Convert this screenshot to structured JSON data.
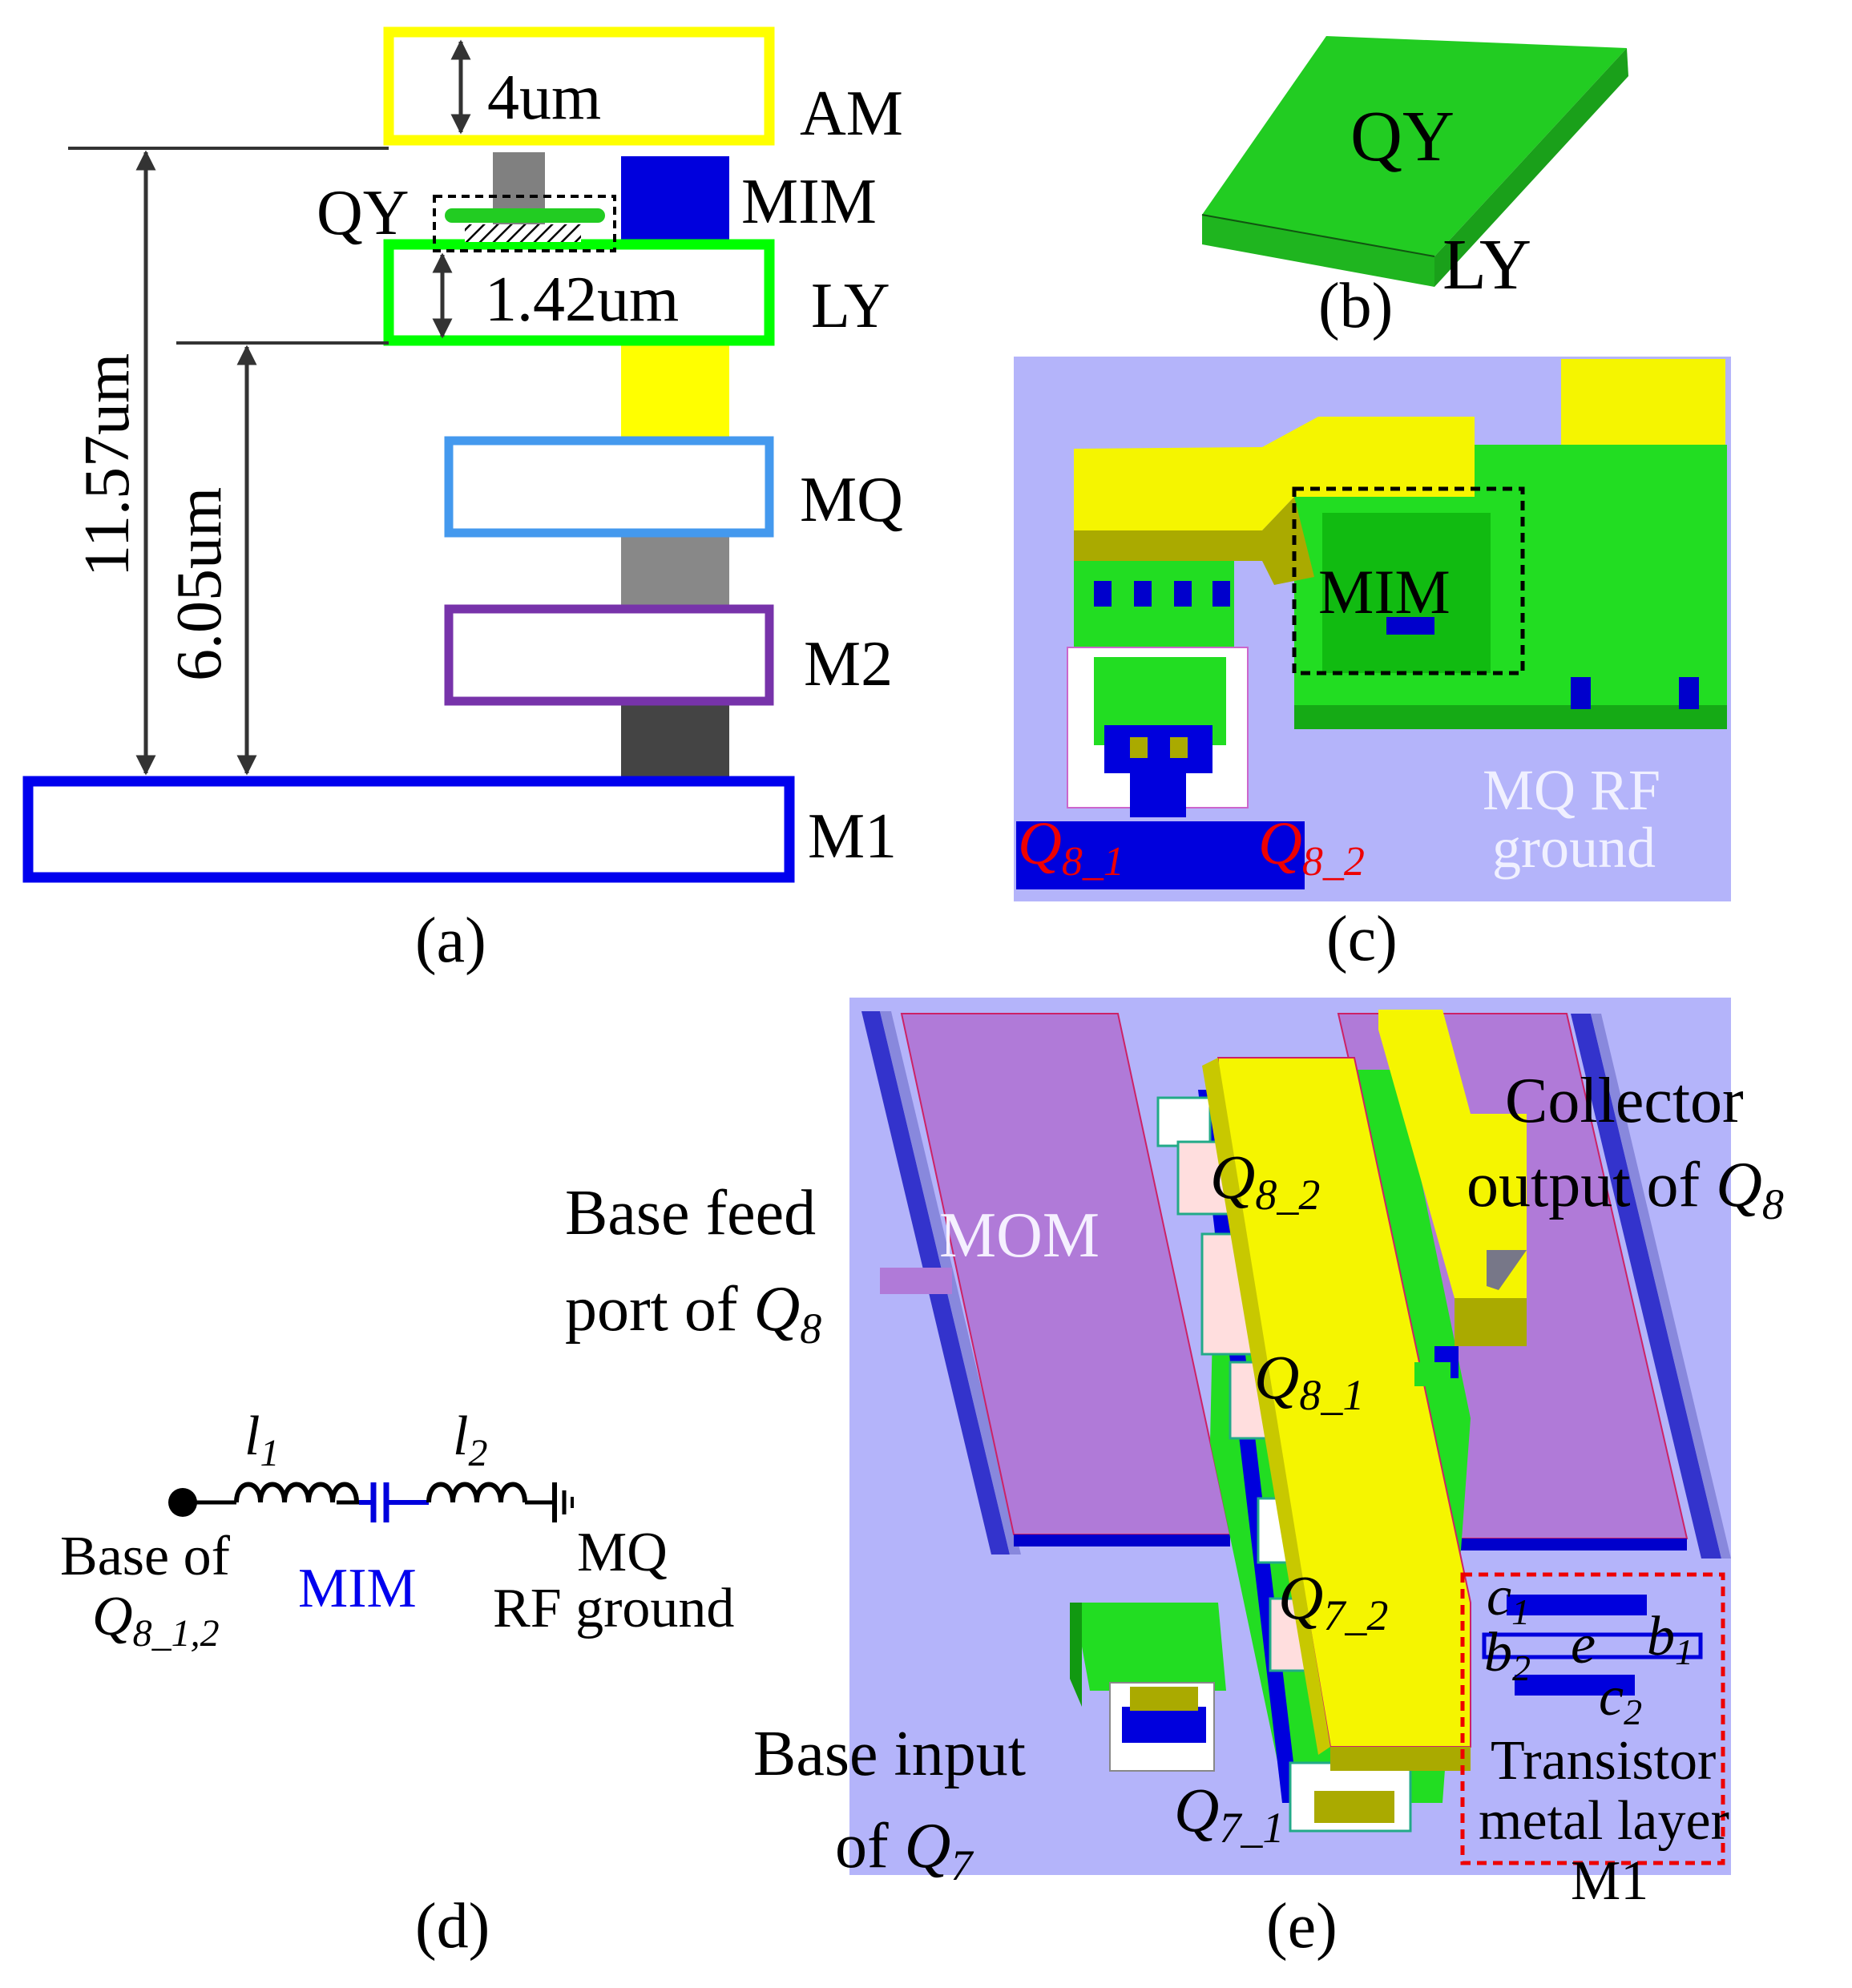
{
  "panels": {
    "a": {
      "caption": "(a)",
      "dims": {
        "am_thickness": "4um",
        "ly_thickness": "1.42um",
        "total_height": "11.57um",
        "ly_height": "6.05um"
      },
      "layers": {
        "am": "AM",
        "mim": "MIM",
        "qy": "QY",
        "ly": "LY",
        "mq": "MQ",
        "m2": "M2",
        "m1": "M1"
      }
    },
    "b": {
      "caption": "(b)",
      "top_label": "QY",
      "bottom_label": "LY"
    },
    "c": {
      "caption": "(c)",
      "mim_label": "MIM",
      "q81": {
        "base": "Q",
        "sub": "8_1"
      },
      "q82": {
        "base": "Q",
        "sub": "8_2"
      },
      "ground_line1": "MQ RF",
      "ground_line2": "ground"
    },
    "d": {
      "caption": "(d)",
      "l1": {
        "base": "l",
        "sub": "1"
      },
      "l2": {
        "base": "l",
        "sub": "2"
      },
      "base_of": "Base of",
      "q_base": {
        "base": "Q",
        "sub": "8_1,2"
      },
      "mim_label": "MIM",
      "ground_line1": "MQ",
      "ground_line2": "RF ground"
    },
    "e": {
      "caption": "(e)",
      "mom_label": "MOM",
      "collector_line1": "Collector",
      "collector_line2": "output of ",
      "collector_q": {
        "base": "Q",
        "sub": "8"
      },
      "feed_line1": "Base feed",
      "feed_line2": "port of ",
      "feed_q": {
        "base": "Q",
        "sub": "8"
      },
      "input_line1": "Base input",
      "input_line2": "of ",
      "input_q": {
        "base": "Q",
        "sub": "7"
      },
      "q82": {
        "base": "Q",
        "sub": "8_2"
      },
      "q81": {
        "base": "Q",
        "sub": "8_1"
      },
      "q72": {
        "base": "Q",
        "sub": "7_2"
      },
      "q71": {
        "base": "Q",
        "sub": "7_1"
      },
      "c1": {
        "base": "c",
        "sub": "1"
      },
      "c2": {
        "base": "c",
        "sub": "2"
      },
      "b1": {
        "base": "b",
        "sub": "1"
      },
      "b2": {
        "base": "b",
        "sub": "2"
      },
      "e_label": "e",
      "transistor_line1": "Transistor",
      "transistor_line2": "metal layer",
      "transistor_line3": "M1"
    }
  },
  "colors": {
    "am_yellow": "#ffff00",
    "ly_green": "#00ff00",
    "qy_green": "#22cc22",
    "m1_blue": "#0000ee",
    "mq_blue": "#4499ee",
    "m2_purple": "#7733aa",
    "mim_blue": "#0000dd",
    "bg_lavender": "#b4b4fa",
    "mom_purple": "#b07ad8",
    "q_red": "#ee0000",
    "ground_white": "#f0f0ff"
  }
}
